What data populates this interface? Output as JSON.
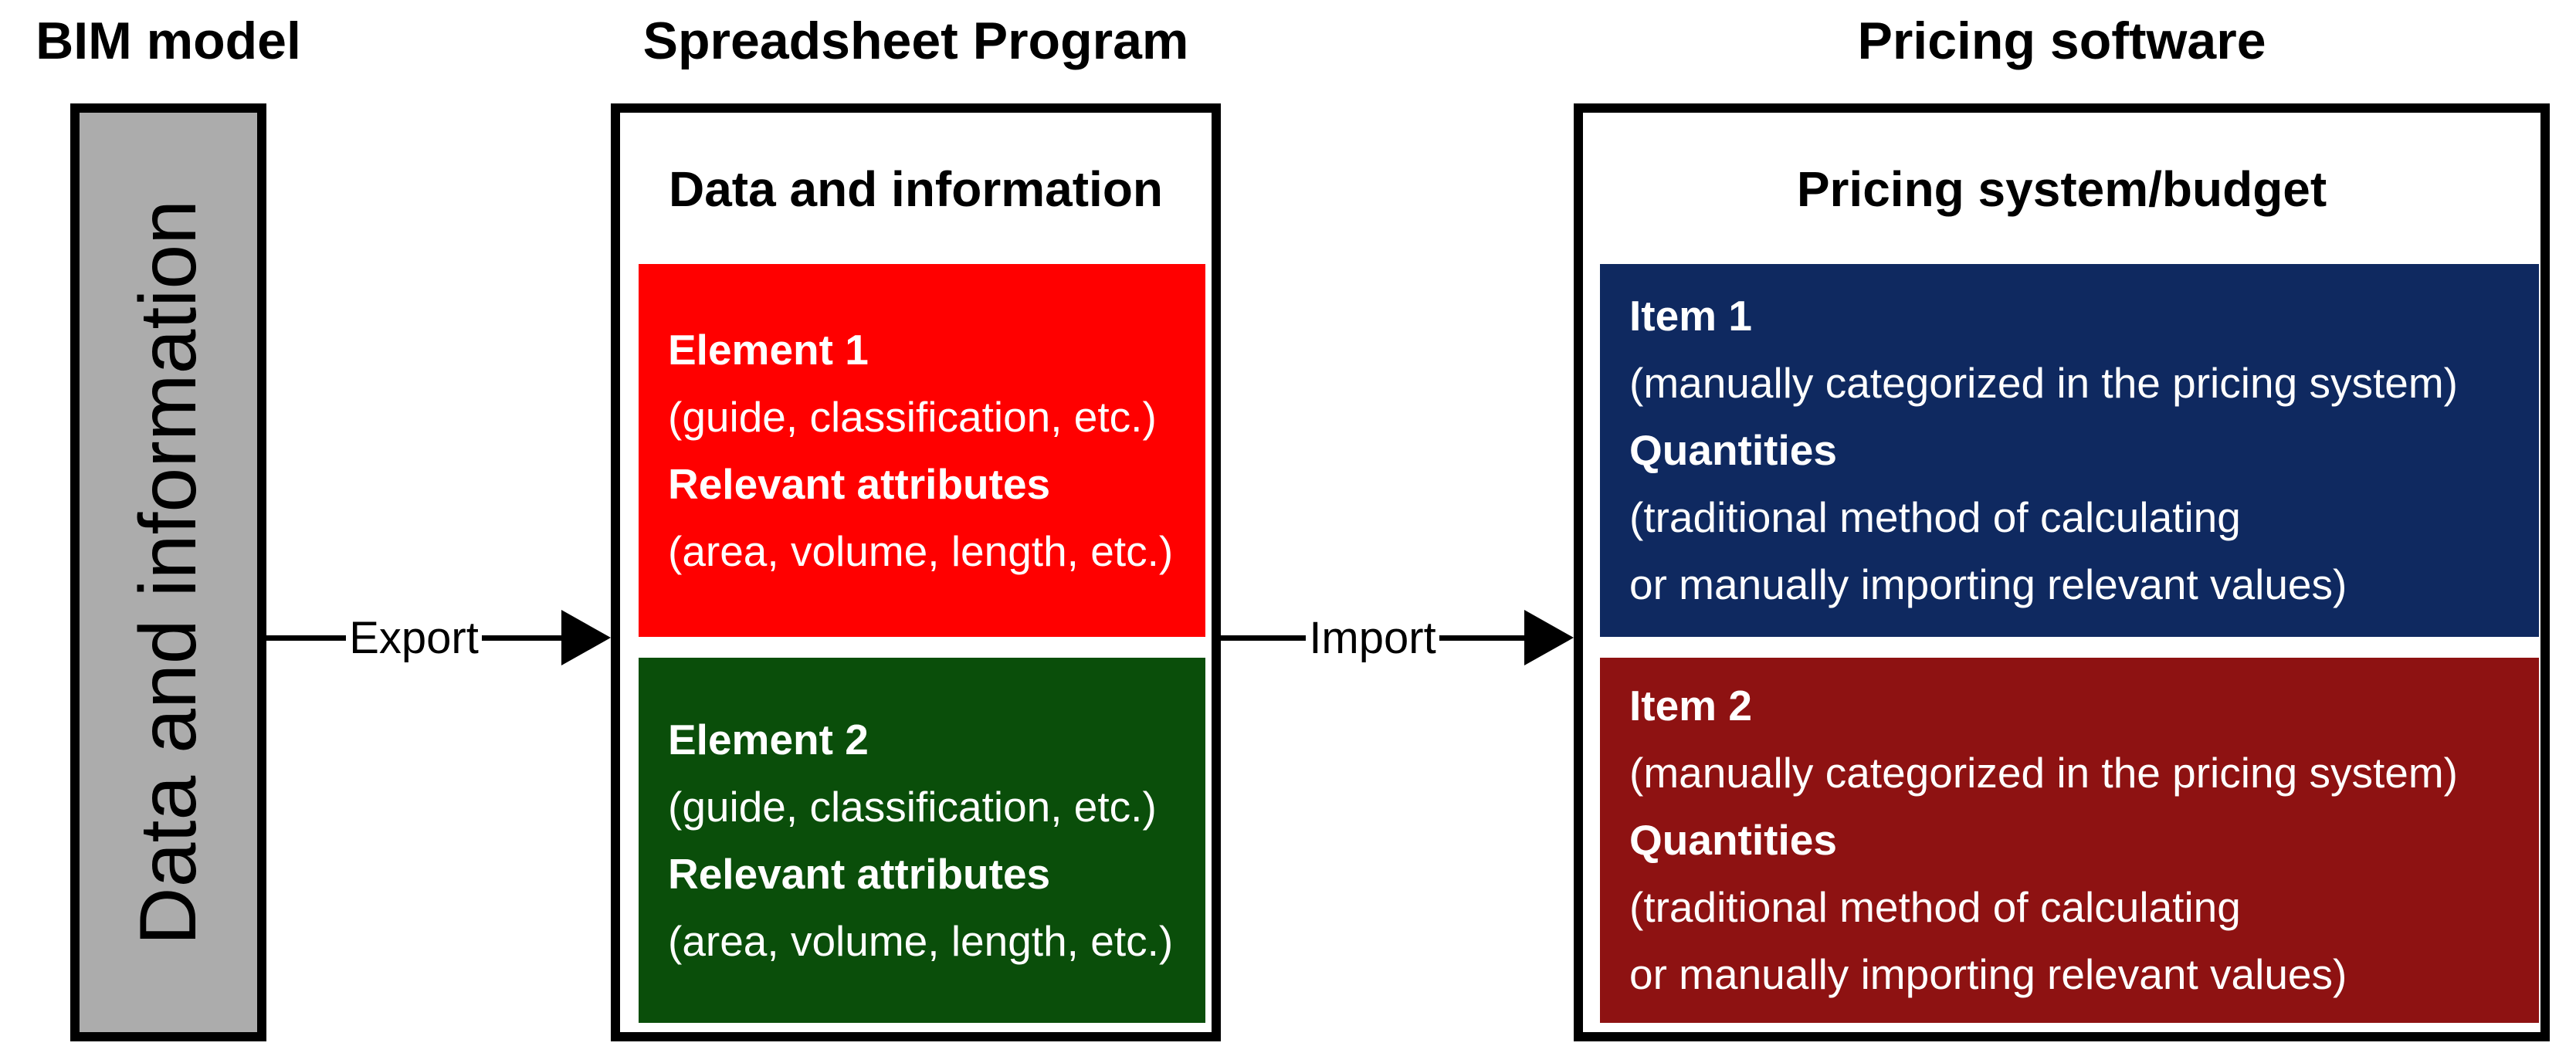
{
  "colors": {
    "element1_red": "#FF0000",
    "element2_green": "#0A4E0A",
    "item1_navy": "#0F2960",
    "item2_dark_red": "#8E1212",
    "bim_gray": "#ACACAC",
    "border_black": "#000000",
    "text_white": "#FFFFFF"
  },
  "bim": {
    "title": "BIM model",
    "box_label": "Data and information"
  },
  "spreadsheet": {
    "title": "Spreadsheet Program",
    "header": "Data and information",
    "element1": {
      "name": "Element 1",
      "detail": "(guide, classification, etc.)",
      "attr_title": "Relevant attributes",
      "attr_detail": "(area, volume, length, etc.)"
    },
    "element2": {
      "name": "Element 2",
      "detail": "(guide, classification, etc.)",
      "attr_title": "Relevant attributes",
      "attr_detail": "(area, volume, length, etc.)"
    }
  },
  "arrows": {
    "export_label": "Export",
    "import_label": "Import"
  },
  "pricing": {
    "title": "Pricing software",
    "header": "Pricing system/budget",
    "item1": {
      "name": "Item 1",
      "detail": "(manually categorized in the pricing system)",
      "qty_title": "Quantities",
      "qty_line1": "(traditional method of calculating",
      "qty_line2": "or manually importing relevant values)"
    },
    "item2": {
      "name": "Item 2",
      "detail": "(manually categorized in the pricing system)",
      "qty_title": "Quantities",
      "qty_line1": "(traditional method of calculating",
      "qty_line2": "or manually importing relevant values)"
    }
  }
}
